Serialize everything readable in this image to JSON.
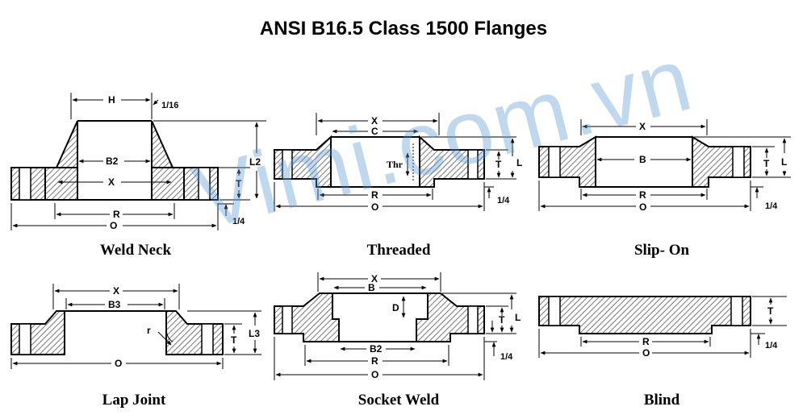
{
  "title": "ANSI B16.5 Class 1500 Flanges",
  "watermark": "Vimi.com.vn",
  "captions": {
    "weld_neck": "Weld Neck",
    "threaded": "Threaded",
    "slip_on": "Slip- On",
    "lap_joint": "Lap Joint",
    "socket_weld": "Socket Weld",
    "blind": "Blind"
  },
  "labels": {
    "H": "H",
    "one_16": "1/16",
    "B2": "B2",
    "X": "X",
    "L2": "L2",
    "T": "T",
    "R": "R",
    "O": "O",
    "one_4": "1/4",
    "C": "C",
    "Thr": "Thr",
    "L": "L",
    "B": "B",
    "B3": "B3",
    "r": "r",
    "L3": "L3",
    "D": "D"
  }
}
